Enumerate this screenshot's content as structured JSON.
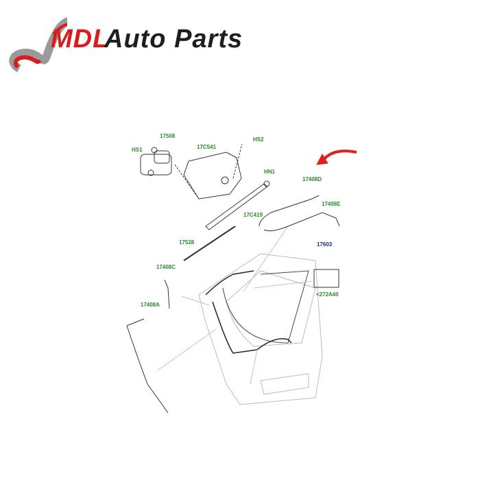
{
  "logo": {
    "brand_accent": "MDL",
    "brand_rest": "Auto Parts",
    "colors": {
      "red": "#d81c1c",
      "dark": "#1e1e1e"
    }
  },
  "labels": {
    "l17508": "17508",
    "hs1": "HS1",
    "l17c541": "17C541",
    "hs2": "HS2",
    "hn1": "HN1",
    "l17408d": "17408D",
    "l17408e": "17408E",
    "l17c419": "17C419",
    "l17603": "17603",
    "l17528": "17528",
    "l17408c": "17408C",
    "l272a40": "<272A40",
    "l17408a": "17408A"
  },
  "colors": {
    "label_green": "#2c8a2c",
    "label_blue": "#1c2a8a",
    "arrow_red": "#e0201e"
  }
}
